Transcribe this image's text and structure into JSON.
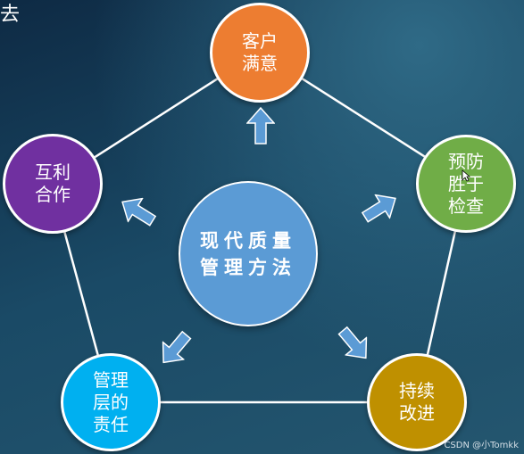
{
  "title_fragment": "去",
  "center": {
    "label": "现代质量\n管理方法",
    "color": "#5b9bd5"
  },
  "nodes": {
    "top": {
      "label": "客户\n满意",
      "color": "#ed7d31"
    },
    "right_upper": {
      "label": "预防\n胜于\n检查",
      "color": "#70ad47"
    },
    "right_lower": {
      "label": "持续\n改进",
      "color": "#bf9000"
    },
    "left_lower": {
      "label": "管理\n层的\n责任",
      "color": "#00b0f0"
    },
    "left_upper": {
      "label": "互利\n合作",
      "color": "#7030a0"
    }
  },
  "arrow_color": "#5b9bd5",
  "watermark": "CSDN @小Tomkk",
  "icons": [
    "up-arrow-icon",
    "cursor-icon"
  ]
}
